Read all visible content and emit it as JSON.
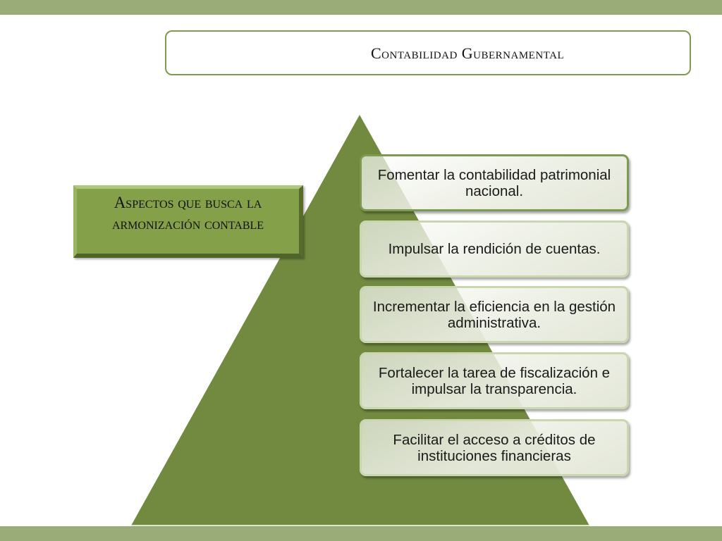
{
  "title": "Contabilidad Gubernamental",
  "aspects_label": "Aspectos que busca la armonización contable",
  "items": [
    {
      "text": "Fomentar la contabilidad patrimonial nacional."
    },
    {
      "text": "Impulsar la rendición de cuentas."
    },
    {
      "text": "Incrementar la eficiencia en la gestión administrativa."
    },
    {
      "text": "Fortalecer la tarea de fiscalización e impulsar la transparencia."
    },
    {
      "text": "Facilitar el acceso a créditos de instituciones financieras"
    }
  ],
  "colors": {
    "pyramid": "#728a40",
    "accent_band": "#9aac78",
    "aspects_box": "#84a048",
    "item_border": "#7c9a50"
  }
}
